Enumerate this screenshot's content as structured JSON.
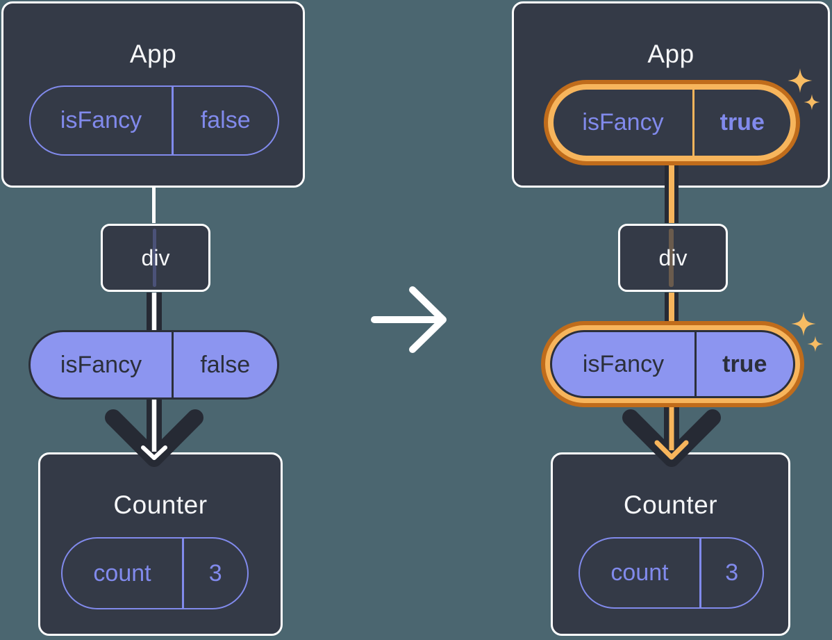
{
  "diagrams": {
    "before": {
      "app": {
        "title": "App",
        "prop_name": "isFancy",
        "prop_value": "false"
      },
      "div_label": "div",
      "passed_prop": {
        "name": "isFancy",
        "value": "false"
      },
      "counter": {
        "title": "Counter",
        "state_name": "count",
        "state_value": "3"
      }
    },
    "after": {
      "app": {
        "title": "App",
        "prop_name": "isFancy",
        "prop_value": "true"
      },
      "div_label": "div",
      "passed_prop": {
        "name": "isFancy",
        "value": "true"
      },
      "counter": {
        "title": "Counter",
        "state_name": "count",
        "state_value": "3"
      }
    }
  },
  "icons": {
    "transition_arrow": "right-arrow",
    "sparkle": "sparkle-4-point"
  },
  "colors": {
    "background": "#4B6670",
    "panel_fill": "#343A47",
    "panel_border": "#FFFFFF",
    "purple": "#818AEC",
    "pill_fill": "#8C95F0",
    "ink_dark": "#2B2F3A",
    "arrow_dark": "#262A34",
    "orange_light": "#F7B55C",
    "orange_dark": "#C06C1B",
    "text_light": "#F6F7F9"
  }
}
